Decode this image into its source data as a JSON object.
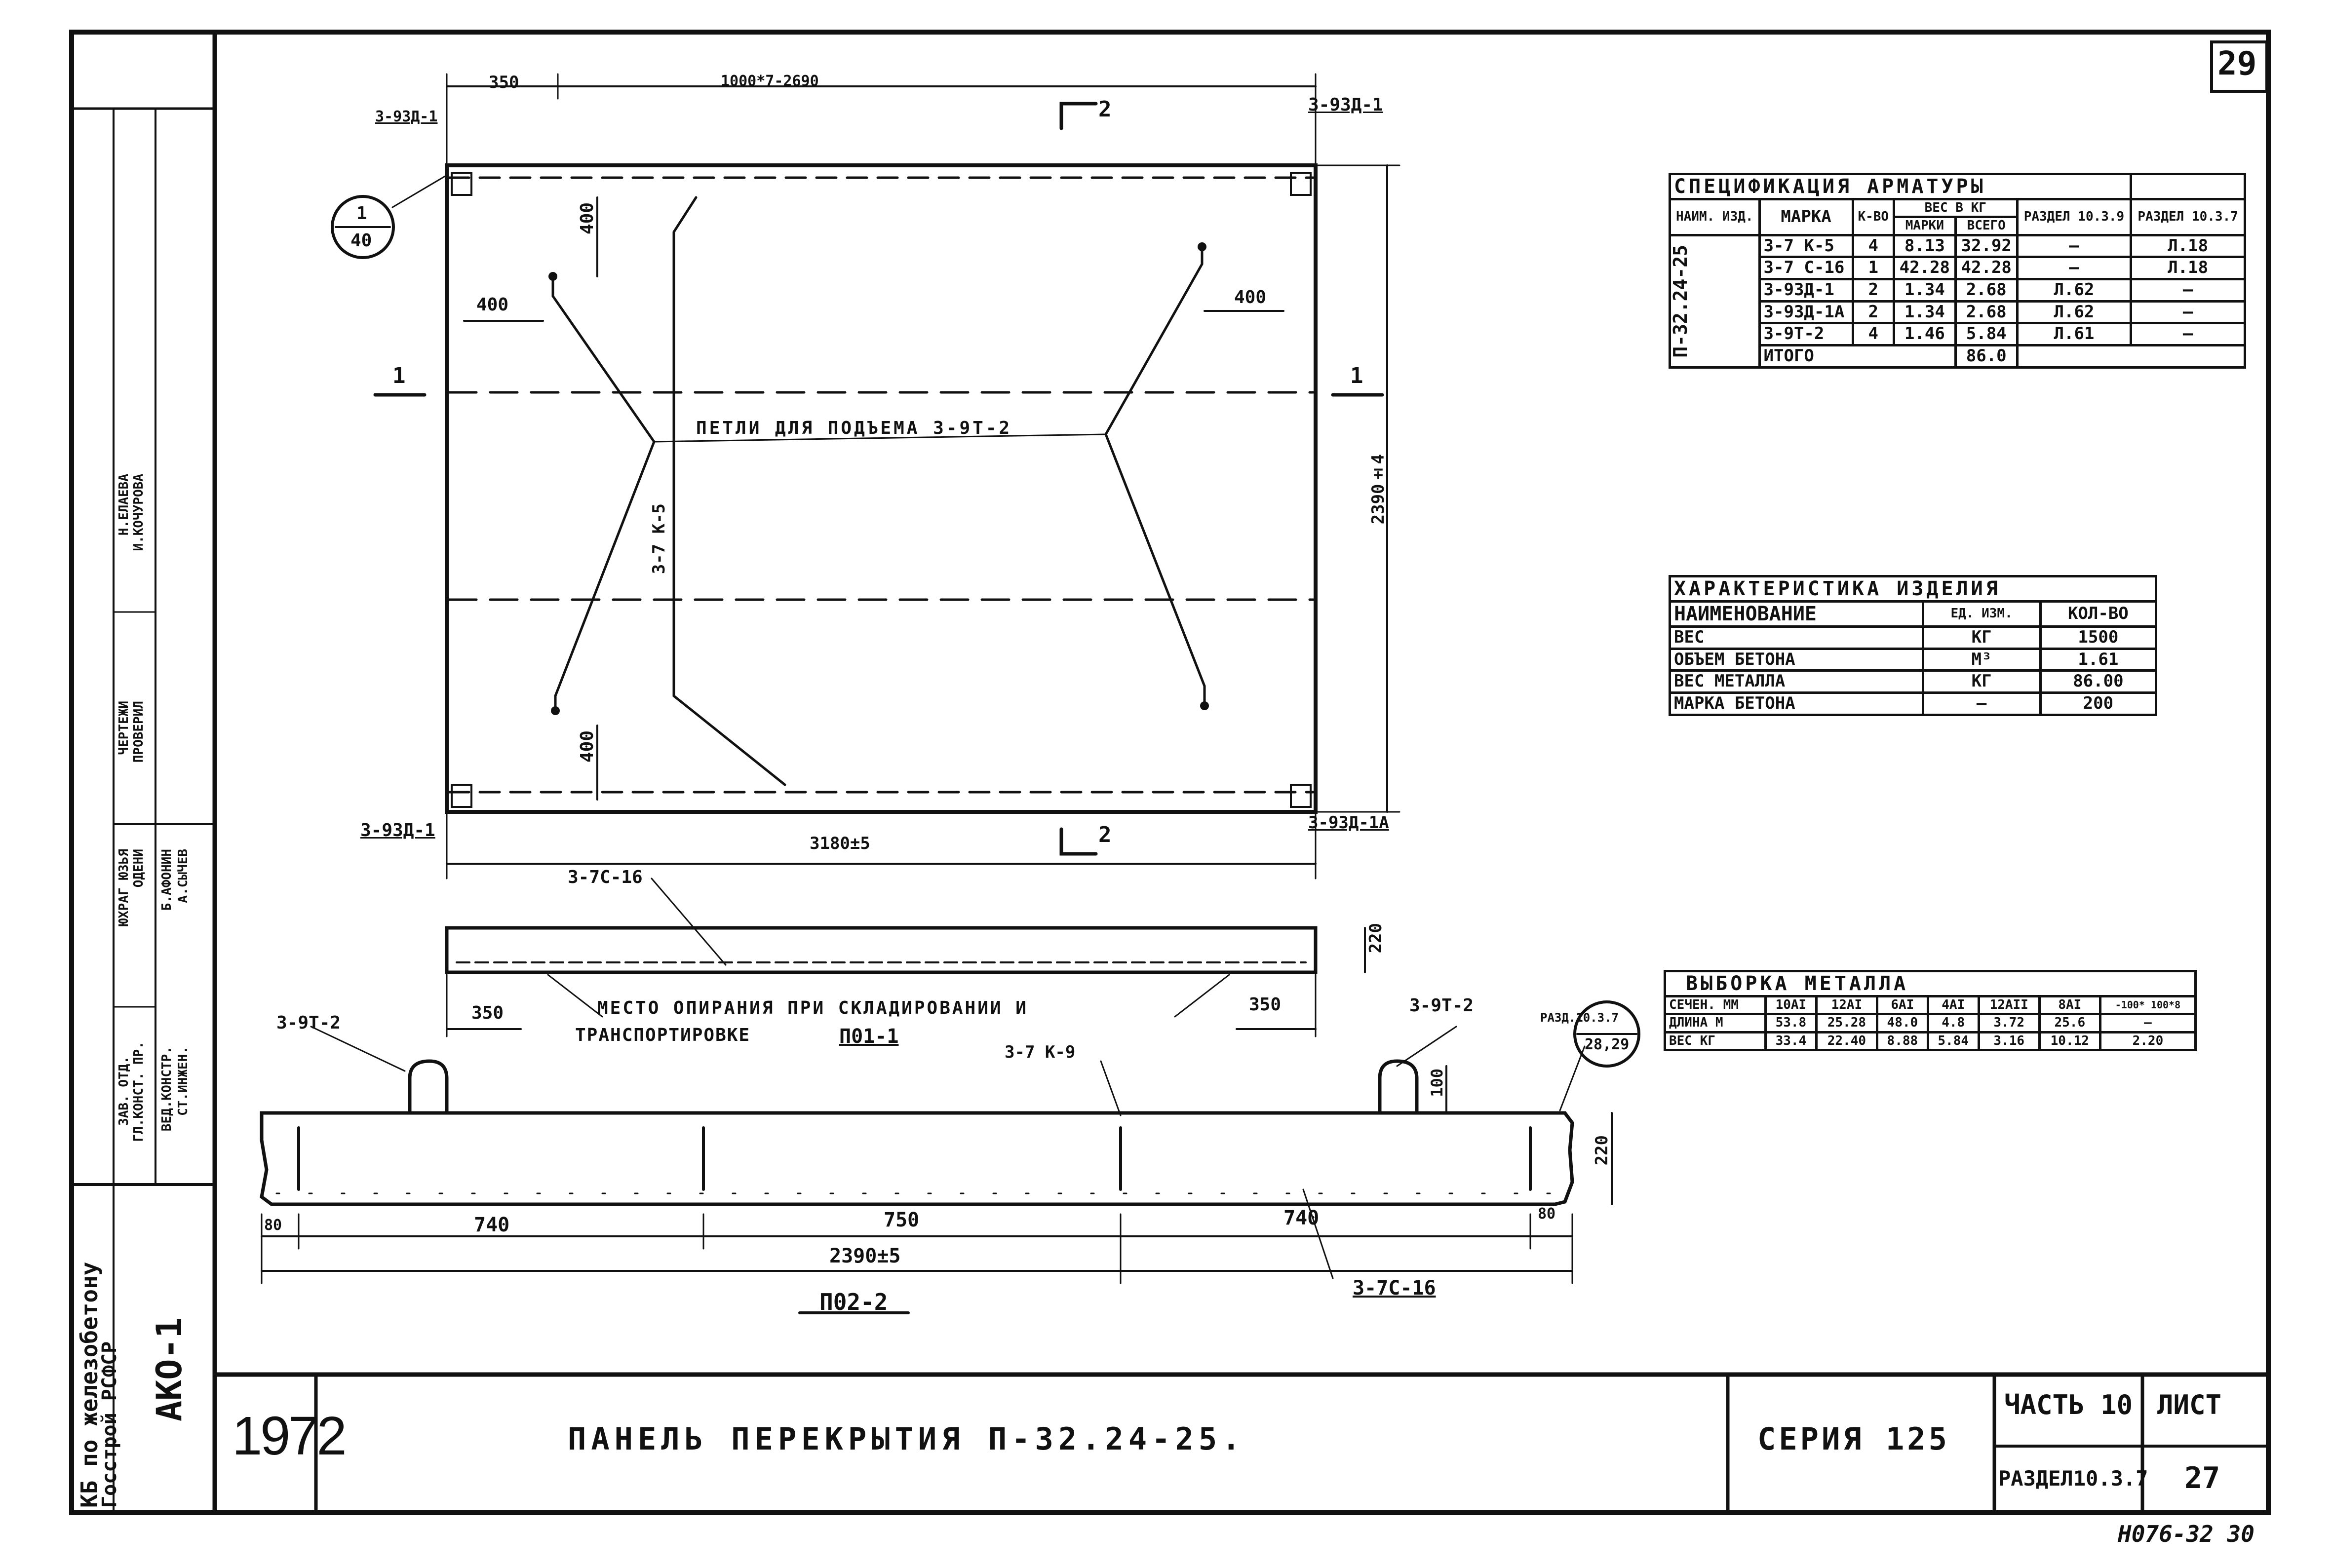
{
  "sheet_no": "29",
  "footer_code": "Н076-32 30",
  "stamp": {
    "org_line1": "КБ по железобетону",
    "org_line2": "Госстрой РСФСР",
    "code": "АКО-1",
    "year": "1972",
    "title": "ПАНЕЛЬ ПЕРЕКРЫТИЯ П-32.24-25.",
    "series": "СЕРИЯ 125",
    "part": "ЧАСТЬ 10",
    "section": "РАЗДЕЛ10.3.7",
    "sheet_label": "ЛИСТ",
    "sheet_value": "27"
  },
  "side_stamp": {
    "col1": [
      "ЗАВ. ОТД.",
      "ГЛ.КОНСТ. ПР.",
      "ВЕД.КОНСТР.",
      "СТ.ИНЖЕН."
    ],
    "col2": [
      "ЮХРАГ ЮЗЬЯ",
      "ОДЕНИ",
      "Б.АФОНИН",
      "А.СЫЧЕВ"
    ],
    "col3": [
      "ЧЕРТЕЖИ",
      "ПРОВЕРИЛ"
    ],
    "col4": [
      "Н.ЕЛАЕВА",
      "И.КОЧУРОВА"
    ]
  },
  "plan": {
    "dim_top_left": "350",
    "dim_top_main": "1000*7-2690",
    "dim_bottom": "3180±5",
    "dim_right": "2390±4",
    "dim_400_a": "400",
    "dim_400_b": "400",
    "dim_400_c": "400",
    "dim_400_d": "400",
    "mark_tl": "3-9ЗД-1",
    "mark_tr": "3-9ЗД-1",
    "mark_bl": "3-9ЗД-1",
    "mark_br": "3-9ЗД-1А",
    "loop_label": "ПЕТЛИ ДЛЯ ПОДЪЕМА 3-9Т-2",
    "frame_label": "3-7 К-5",
    "section_num": "2",
    "cut_left": "1",
    "cut_right": "1",
    "callout_top": "1",
    "callout_bottom": "40"
  },
  "section11": {
    "bar_label": "3-7С-16",
    "dim_left": "350",
    "dim_right": "350",
    "dim_h": "220",
    "note1": "МЕСТО ОПИРАНИЯ ПРИ СКЛАДИРОВАНИИ И",
    "note2": "ТРАНСПОРТИРОВКЕ",
    "title": "П01-1"
  },
  "section22": {
    "loop_left": "3-9Т-2",
    "loop_right": "3-9Т-2",
    "frame": "3-7 К-9",
    "bar": "3-7С-16",
    "dim_100": "100",
    "dim_220": "220",
    "d_80a": "80",
    "d_740a": "740",
    "d_750": "750",
    "d_740b": "740",
    "d_80b": "80",
    "d_total": "2390±5",
    "callout_top": "РАЗД.10.3.7",
    "callout_bottom": "28,29",
    "title": "П02-2"
  },
  "spec": {
    "title": "СПЕЦИФИКАЦИЯ АРМАТУРЫ",
    "h_name": "НАИМ. ИЗД.",
    "h_mark": "МАРКА",
    "h_qty": "К-ВО",
    "h_weight": "ВЕС В КГ",
    "h_w_mark": "МАРКИ",
    "h_w_total": "ВСЕГО",
    "h_sect1": "РАЗДЕЛ 10.3.9",
    "h_sect2": "РАЗДЕЛ 10.3.7",
    "product": "П-32.24-25",
    "rows": [
      {
        "mark": "3-7 К-5",
        "qty": "4",
        "w": "8.13",
        "total": "32.92",
        "s1": "—",
        "s2": "Л.18"
      },
      {
        "mark": "3-7 С-16",
        "qty": "1",
        "w": "42.28",
        "total": "42.28",
        "s1": "—",
        "s2": "Л.18"
      },
      {
        "mark": "3-9ЗД-1",
        "qty": "2",
        "w": "1.34",
        "total": "2.68",
        "s1": "Л.62",
        "s2": "—"
      },
      {
        "mark": "3-9ЗД-1А",
        "qty": "2",
        "w": "1.34",
        "total": "2.68",
        "s1": "Л.62",
        "s2": "—"
      },
      {
        "mark": "3-9Т-2",
        "qty": "4",
        "w": "1.46",
        "total": "5.84",
        "s1": "Л.61",
        "s2": "—"
      }
    ],
    "total_label": "ИТОГО",
    "total_value": "86.0"
  },
  "charact": {
    "title": "ХАРАКТЕРИСТИКА ИЗДЕЛИЯ",
    "h_name": "НАИМЕНОВАНИЕ",
    "h_unit": "ЕД. ИЗМ.",
    "h_qty": "КОЛ-ВО",
    "rows": [
      {
        "name": "ВЕС",
        "unit": "КГ",
        "qty": "1500"
      },
      {
        "name": "ОБЪЕМ БЕТОНА",
        "unit": "М³",
        "qty": "1.61"
      },
      {
        "name": "ВЕС МЕТАЛЛА",
        "unit": "КГ",
        "qty": "86.00"
      },
      {
        "name": "МАРКА БЕТОНА",
        "unit": "—",
        "qty": "200"
      }
    ]
  },
  "metal": {
    "title": "ВЫБОРКА МЕТАЛЛА",
    "headers": [
      "СЕЧЕН. ММ",
      "10АІ",
      "12АІ",
      "6АІ",
      "4АІ",
      "12АІІ",
      "8АІ",
      "-100* 100*8"
    ],
    "rows": [
      {
        "label": "ДЛИНА М",
        "values": [
          "53.8",
          "25.28",
          "48.0",
          "4.8",
          "3.72",
          "25.6",
          "—"
        ]
      },
      {
        "label": "ВЕС КГ",
        "values": [
          "33.4",
          "22.40",
          "8.88",
          "5.84",
          "3.16",
          "10.12",
          "2.20"
        ]
      }
    ]
  }
}
